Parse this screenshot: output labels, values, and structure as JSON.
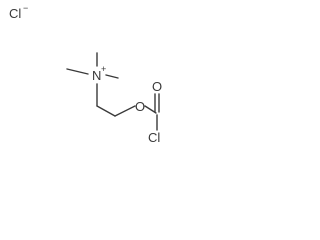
{
  "structure": {
    "chloride_ion": {
      "symbol": "Cl",
      "charge": "−"
    },
    "nitrogen": {
      "symbol": "N",
      "charge": "+"
    },
    "ether_oxygen": {
      "symbol": "O"
    },
    "carbonyl_oxygen": {
      "symbol": "O"
    },
    "acyl_chlorine": {
      "symbol": "Cl"
    }
  }
}
